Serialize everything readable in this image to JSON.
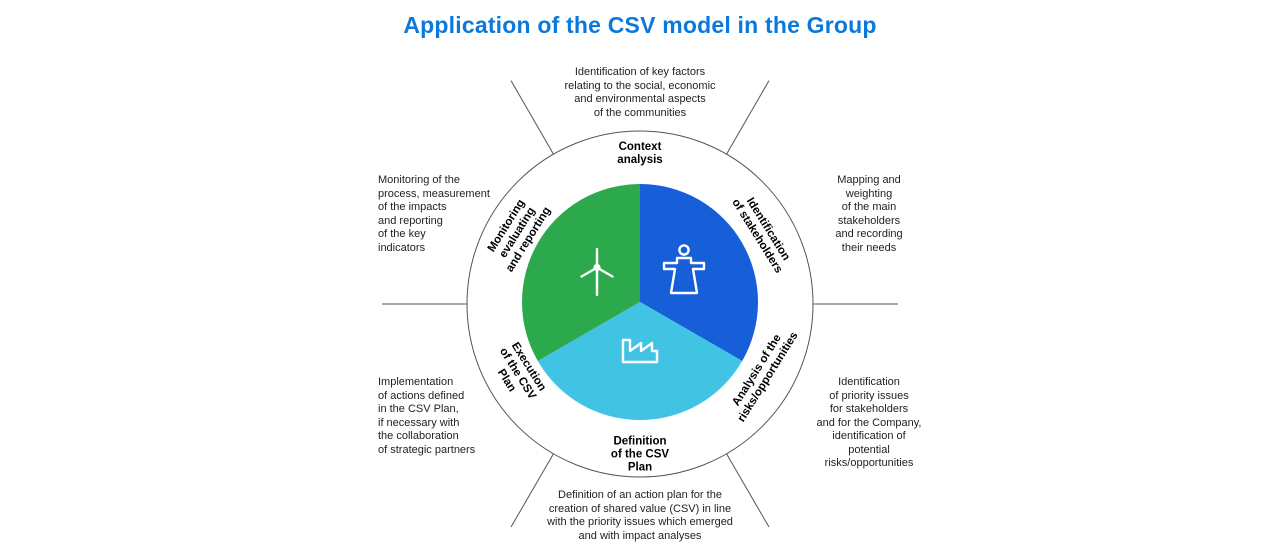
{
  "title": "Application of the CSV model in the Group",
  "colors": {
    "title_blue": "#0b79db",
    "segment_blue": "#165fd9",
    "segment_cyan": "#41c4e3",
    "segment_green": "#2ba94c",
    "line_gray": "#555555",
    "text": "#1f1f1f"
  },
  "wheel": {
    "stages": [
      {
        "id": "context-analysis",
        "label": "Context analysis",
        "lines": [
          "Context",
          "analysis"
        ]
      },
      {
        "id": "identification-of-stakeholders",
        "label": "Identification of stakeholders",
        "lines": [
          "Identification",
          "of stakeholders"
        ]
      },
      {
        "id": "analysis-of-risks-opportunities",
        "label": "Analysis of the risks/opportunities",
        "lines": [
          "Analysis of the",
          "risks/opportunities"
        ]
      },
      {
        "id": "definition-of-csv-plan",
        "label": "Definition of the CSV Plan",
        "lines": [
          "Definition",
          "of the CSV",
          "Plan"
        ]
      },
      {
        "id": "execution-of-csv-plan",
        "label": "Execution of the CSV Plan",
        "lines": [
          "Execution",
          "of the CSV",
          "Plan"
        ]
      },
      {
        "id": "monitoring-evaluating-reporting",
        "label": "Monitoring evaluating and reporting",
        "lines": [
          "Monitoring",
          "evaluating",
          "and reporting"
        ]
      }
    ],
    "segments": [
      {
        "name": "stakeholders-segment",
        "color": "#165fd9",
        "icon": "person-icon"
      },
      {
        "name": "plan-segment",
        "color": "#41c4e3",
        "icon": "factory-icon"
      },
      {
        "name": "monitoring-segment",
        "color": "#2ba94c",
        "icon": "wind-turbine-icon"
      }
    ]
  },
  "annotations": {
    "top": {
      "lines": [
        "Identification of key factors",
        "relating to the social, economic",
        "and environmental aspects",
        "of the communities"
      ]
    },
    "right_top": {
      "lines": [
        "Mapping and",
        "weighting",
        "of the main",
        "stakeholders",
        "and recording",
        "their needs"
      ]
    },
    "right_bottom": {
      "lines": [
        "Identification",
        "of priority issues",
        "for stakeholders",
        "and for the Company,",
        "identification of",
        "potential",
        "risks/opportunities"
      ]
    },
    "bottom": {
      "lines": [
        "Definition of an action plan for the",
        "creation of shared value (CSV) in line",
        "with the priority issues which emerged",
        "and with impact analyses"
      ]
    },
    "left_bottom": {
      "lines": [
        "Implementation",
        "of actions defined",
        "in the CSV Plan,",
        "if necessary with",
        "the collaboration",
        "of strategic partners"
      ]
    },
    "left_top": {
      "lines": [
        "Monitoring of the",
        "process, measurement",
        "of the impacts",
        "and reporting",
        "of the key",
        "indicators"
      ]
    }
  }
}
